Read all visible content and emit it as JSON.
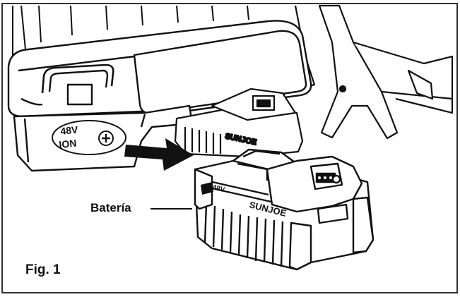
{
  "figure": {
    "callout_label": "Batería",
    "fig_label": "Fig. 1",
    "tool_badge_top": "48V",
    "tool_badge_bottom": "ION",
    "battery_badge": "48V",
    "battery_brand": "SUNJOE",
    "rear_battery_brand": "SUNJOE"
  },
  "colors": {
    "ink": "#111111",
    "fill": "#ffffff",
    "shade": "#d8d8d8",
    "frame": "#333333"
  }
}
